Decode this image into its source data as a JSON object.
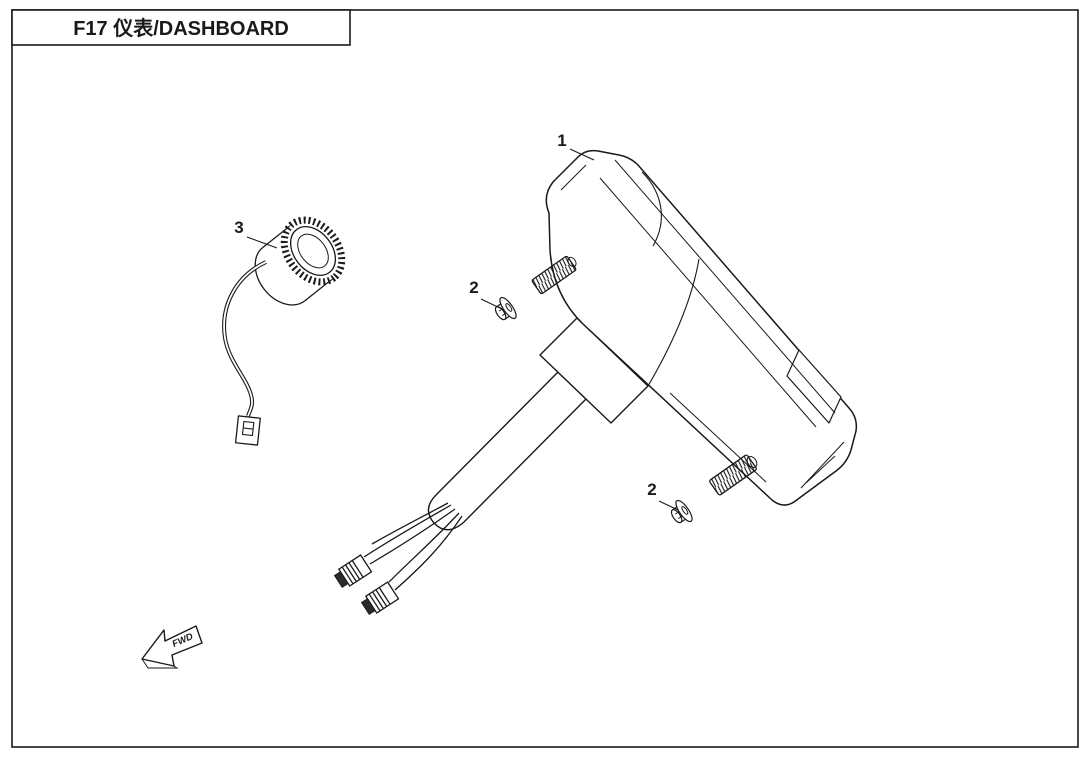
{
  "title_block": {
    "code_and_name": "F17 仪表/DASHBOARD"
  },
  "callouts": {
    "part1": "1",
    "part2_upper": "2",
    "part2_lower": "2",
    "part3": "3"
  },
  "direction_arrow": {
    "label": "FWD"
  },
  "colors": {
    "line": "#1a1a1a",
    "background": "#ffffff"
  }
}
